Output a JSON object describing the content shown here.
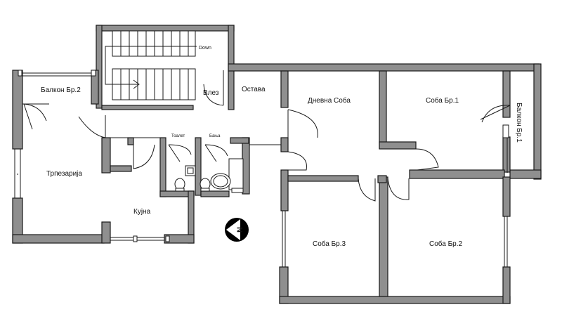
{
  "rooms": {
    "balcony2": "Балкон Бр.2",
    "entrance": "Влез",
    "storage": "Остава",
    "living": "Дневна Соба",
    "room1": "Соба Бр.1",
    "balcony1": "Балкон Бр.1",
    "dining": "Трпезарија",
    "toilet": "Тоалет",
    "bathroom": "Бања",
    "kitchen": "Кујна",
    "room3": "Соба Бр.3",
    "room2": "Соба Бр.2"
  },
  "stairs": {
    "direction_label": "Down"
  },
  "compass": {
    "letter": "N"
  }
}
